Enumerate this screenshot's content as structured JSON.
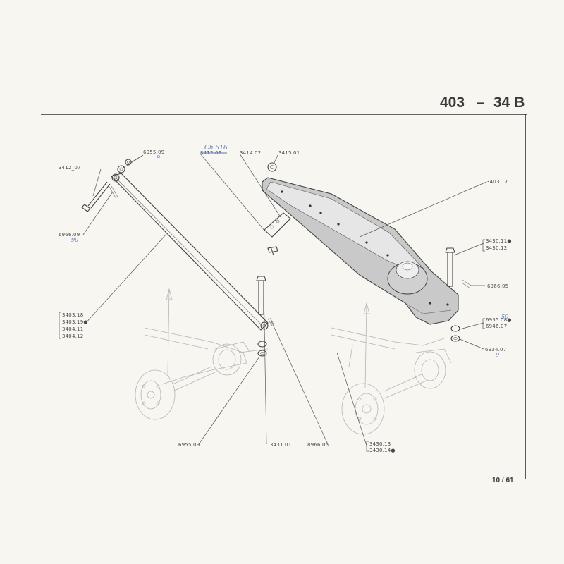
{
  "header": {
    "model": "403",
    "dash": "–",
    "group": "34 B"
  },
  "page_number": "10 / 61",
  "handwritten": {
    "chassis_note": "Ch 516",
    "corr_690": "90",
    "corr_695_top": "9",
    "corr_695_right": "50",
    "corr_693": "9"
  },
  "labels": {
    "p3412_07": "3412_07",
    "p6955_09_top": "6955.09",
    "p3412_06": "3412.06",
    "p3414_02": "3414.02",
    "p3415_01": "3415.01",
    "p6966_09": "6966.09",
    "p3403_17": "3403.17",
    "p3430_11": "3430.11●",
    "p3430_12": "3430.12",
    "p6966_05_r": "6966.05",
    "p3403_18": "3403.18",
    "p3403_19": "3403.19●",
    "p3404_11": "3404.11",
    "p3404_12": "3404.12",
    "p6955_08": "6955.08●",
    "p6946_07": "6946.07",
    "p6934_07": "6934.07",
    "p6955_09_bot": "6955.09",
    "p3431_01": "3431.01",
    "p8966_05": "8966.05",
    "p3430_13": "3430.13",
    "p3430_14": "3430.14●"
  },
  "icons": {
    "dot": "filled-dot-marker"
  }
}
